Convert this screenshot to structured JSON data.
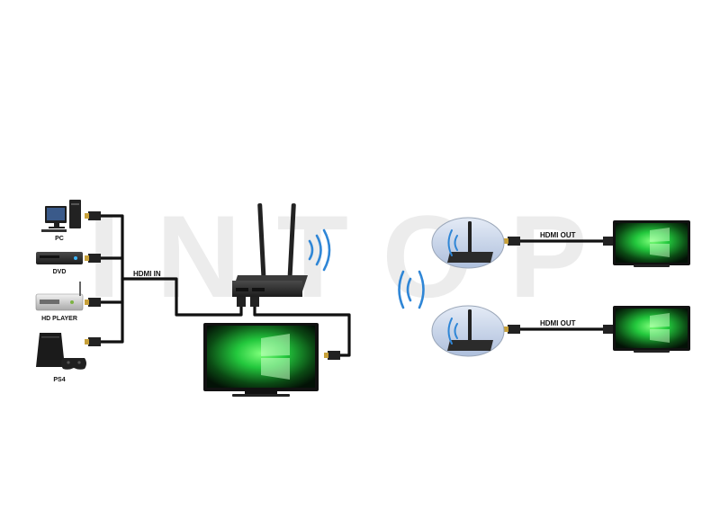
{
  "sources": {
    "pc": "PC",
    "dvd": "DVD",
    "hd_player": "HD PLAYER",
    "ps4": "PS4"
  },
  "labels": {
    "hdmi_in": "HDMI IN",
    "hdmi_out_top": "HDMI OUT",
    "hdmi_out_bottom": "HDMI OUT"
  },
  "watermark": "INTOP",
  "colors": {
    "cable": "#111111",
    "connector_gold": "#c8a13a",
    "device_body": "#2b2b2b",
    "screen_green": "#2fd04a",
    "screen_dark": "#061a08",
    "wifi_blue": "#2f86d6",
    "receiver_oval": "#c9d6ea"
  },
  "icons": [
    "pc-icon",
    "dvd-player-icon",
    "hd-player-icon",
    "ps4-console-icon",
    "transmitter-icon",
    "wifi-waves-icon",
    "receiver-icon",
    "tv-icon"
  ]
}
